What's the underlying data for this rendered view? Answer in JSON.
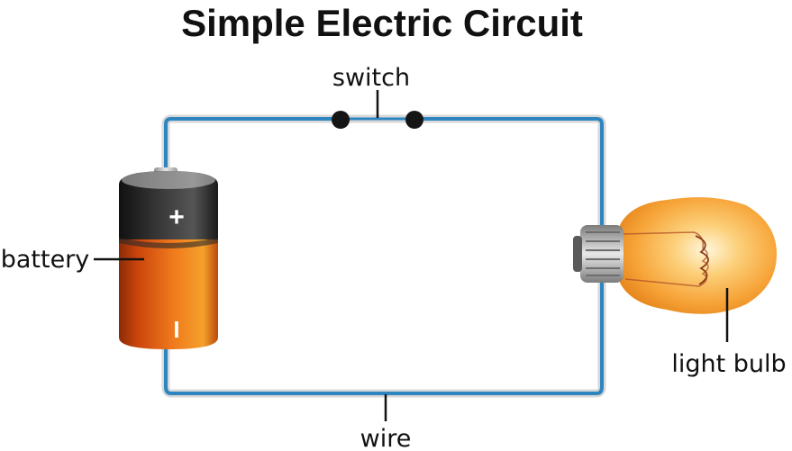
{
  "diagram": {
    "title": "Simple Electric Circuit",
    "labels": {
      "switch": "switch",
      "battery": "battery",
      "light_bulb": "light bulb",
      "wire": "wire"
    },
    "battery_symbols": {
      "positive": "+",
      "negative": "I"
    }
  },
  "colors": {
    "wire": "#2e86c1",
    "wire_casing": "#d6d6d6",
    "battery_body": "#e8621c",
    "battery_cap": "#2b2b2b",
    "bulb_glass": "#f7a53a",
    "text": "#111111"
  },
  "icons": [
    "battery-icon",
    "light-bulb-icon",
    "switch-icon"
  ]
}
